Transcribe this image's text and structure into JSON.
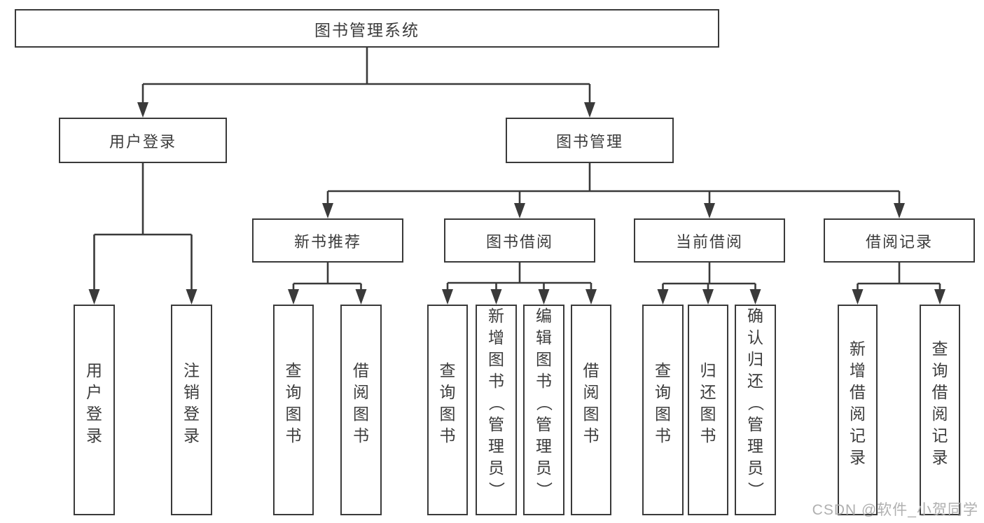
{
  "tree": {
    "label": "图书管理系统",
    "children": [
      {
        "label": "用户登录",
        "children": [
          {
            "label": "用户登录"
          },
          {
            "label": "注销登录"
          }
        ]
      },
      {
        "label": "图书管理",
        "children": [
          {
            "label": "新书推荐",
            "children": [
              {
                "label": "查询图书"
              },
              {
                "label": "借阅图书"
              }
            ]
          },
          {
            "label": "图书借阅",
            "children": [
              {
                "label": "查询图书"
              },
              {
                "label": "新增图书（管理员）"
              },
              {
                "label": "编辑图书（管理员）"
              },
              {
                "label": "借阅图书"
              }
            ]
          },
          {
            "label": "当前借阅",
            "children": [
              {
                "label": "查询图书"
              },
              {
                "label": "归还图书"
              },
              {
                "label": "确认归还（管理员）"
              }
            ]
          },
          {
            "label": "借阅记录",
            "children": [
              {
                "label": "新增借阅记录"
              },
              {
                "label": "查询借阅记录"
              }
            ]
          }
        ]
      }
    ]
  },
  "watermark": "CSDN @软件_小贺同学",
  "colors": {
    "line": "#3a3a3a",
    "text": "#3c3c3c",
    "watermark": "#b0b0b0",
    "background": "#ffffff"
  }
}
